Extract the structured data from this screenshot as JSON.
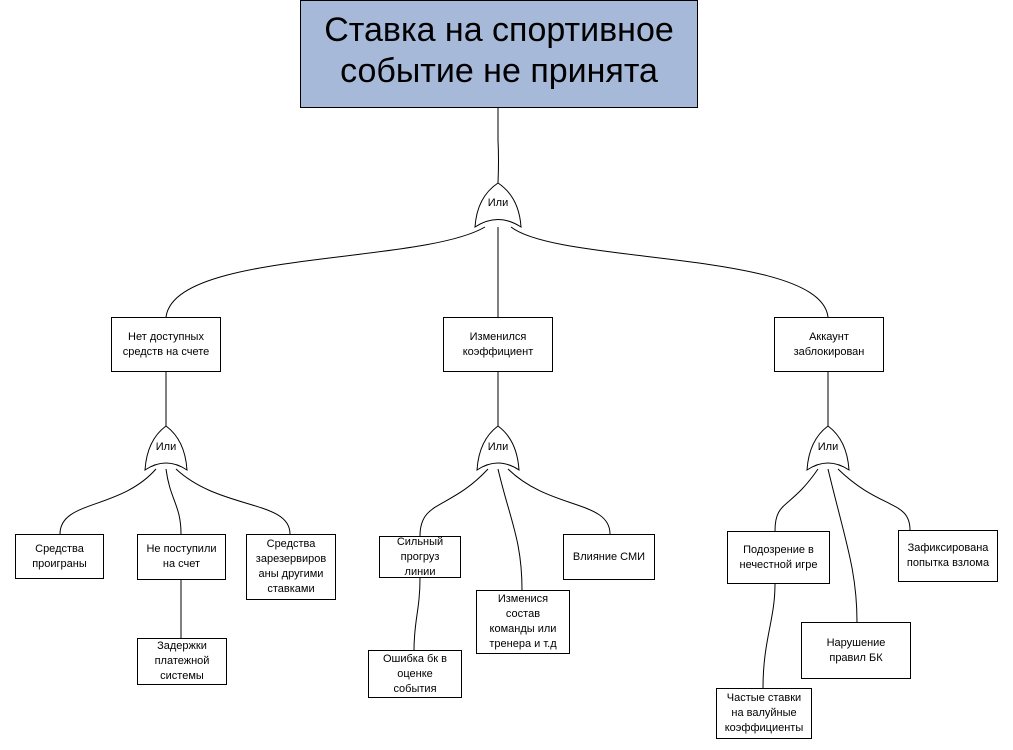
{
  "colors": {
    "top_fill": "#a6b9d9",
    "line": "#000000",
    "box_fill": "#ffffff"
  },
  "root": {
    "text": "Ставка на спортивное\nсобытие не принята"
  },
  "gates": {
    "root": "Или",
    "left": "Или",
    "middle": "Или",
    "right": "Или"
  },
  "left": {
    "title": "Нет доступных\nсредств на счете",
    "children": [
      "Средства\nпроиграны",
      "Не поступили\nна счет",
      "Средства\nзарезервиров\nаны другими\nставками"
    ],
    "sub": "Задержки\nплатежной\nсистемы"
  },
  "middle": {
    "title": "Изменился\nкоэффициент",
    "children": [
      "Сильный\nпрогруз\nлинии",
      "Изменися\nсостав\nкоманды или\nтренера и т.д",
      "Влияние СМИ"
    ],
    "sub": "Ошибка бк в\nоценке\nсобытия"
  },
  "right": {
    "title": "Аккаунт\nзаблокирован",
    "children": [
      "Подозрение в\nнечестной игре",
      "Нарушение\nправил БК",
      "Зафиксирована\nпопытка взлома"
    ],
    "sub": "Частые ставки\nна валуйные\nкоэффициенты"
  }
}
